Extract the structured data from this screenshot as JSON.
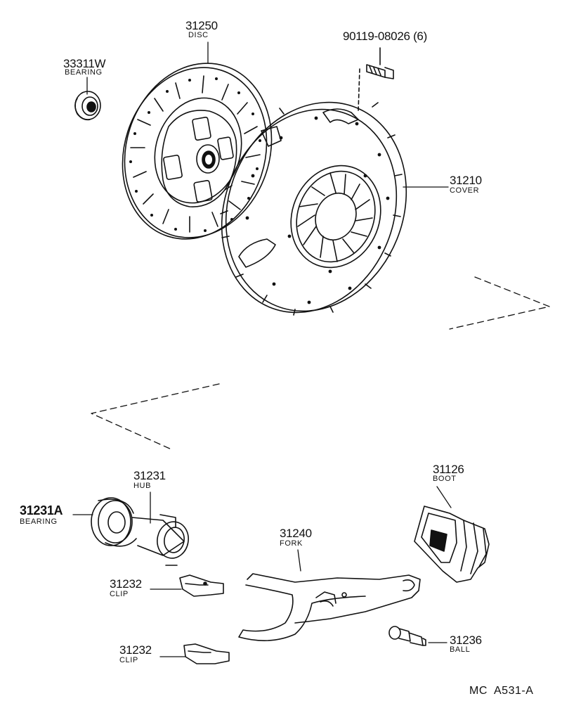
{
  "parts": {
    "bearing_33311W": {
      "number": "33311W",
      "name": "BEARING"
    },
    "disc": {
      "number": "31250",
      "name": "DISC"
    },
    "bolt": {
      "number": "90119-08026 (6)"
    },
    "cover": {
      "number": "31210",
      "name": "COVER"
    },
    "hub": {
      "number": "31231",
      "name": "HUB"
    },
    "bearing_31231A": {
      "number": "31231A",
      "name": "BEARING"
    },
    "boot": {
      "number": "31126",
      "name": "BOOT"
    },
    "fork": {
      "number": "31240",
      "name": "FORK"
    },
    "clip_upper": {
      "number": "31232",
      "name": "CLIP"
    },
    "clip_lower": {
      "number": "31232",
      "name": "CLIP"
    },
    "ball": {
      "number": "31236",
      "name": "BALL"
    }
  },
  "diagram_ref": {
    "left": "MC",
    "right": "A531-A"
  }
}
